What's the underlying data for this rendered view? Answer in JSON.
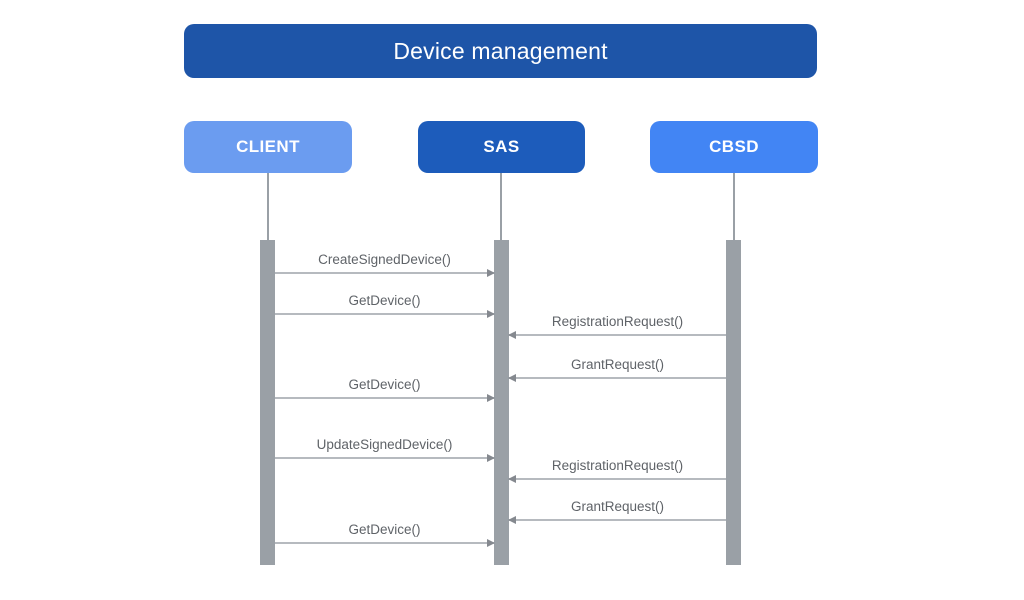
{
  "diagram": {
    "type": "sequence-diagram",
    "title": "Device management"
  },
  "actors": [
    {
      "id": "client",
      "label": "CLIENT",
      "color": "#6B9CF0"
    },
    {
      "id": "sas",
      "label": "SAS",
      "color": "#1D5CBB"
    },
    {
      "id": "cbsd",
      "label": "CBSD",
      "color": "#4285F4"
    }
  ],
  "messages": [
    {
      "label": "CreateSignedDevice()",
      "from": "CLIENT",
      "to": "SAS"
    },
    {
      "label": "GetDevice()",
      "from": "CLIENT",
      "to": "SAS"
    },
    {
      "label": "RegistrationRequest()",
      "from": "CBSD",
      "to": "SAS"
    },
    {
      "label": "GrantRequest()",
      "from": "CBSD",
      "to": "SAS"
    },
    {
      "label": "GetDevice()",
      "from": "CLIENT",
      "to": "SAS"
    },
    {
      "label": "UpdateSignedDevice()",
      "from": "CLIENT",
      "to": "SAS"
    },
    {
      "label": "RegistrationRequest()",
      "from": "CBSD",
      "to": "SAS"
    },
    {
      "label": "GrantRequest()",
      "from": "CBSD",
      "to": "SAS"
    },
    {
      "label": "GetDevice()",
      "from": "CLIENT",
      "to": "SAS"
    }
  ],
  "colors": {
    "title_banner": "#1E55A8",
    "actor_client": "#6B9CF0",
    "actor_sas": "#1D5CBB",
    "actor_cbsd": "#4285F4",
    "activation_bar": "#9AA0A6",
    "lifeline": "#9AA0A6",
    "arrow_line": "#B6BABF",
    "arrow_head": "#85898F",
    "message_text": "#5F6368",
    "background": "#FFFFFF"
  }
}
